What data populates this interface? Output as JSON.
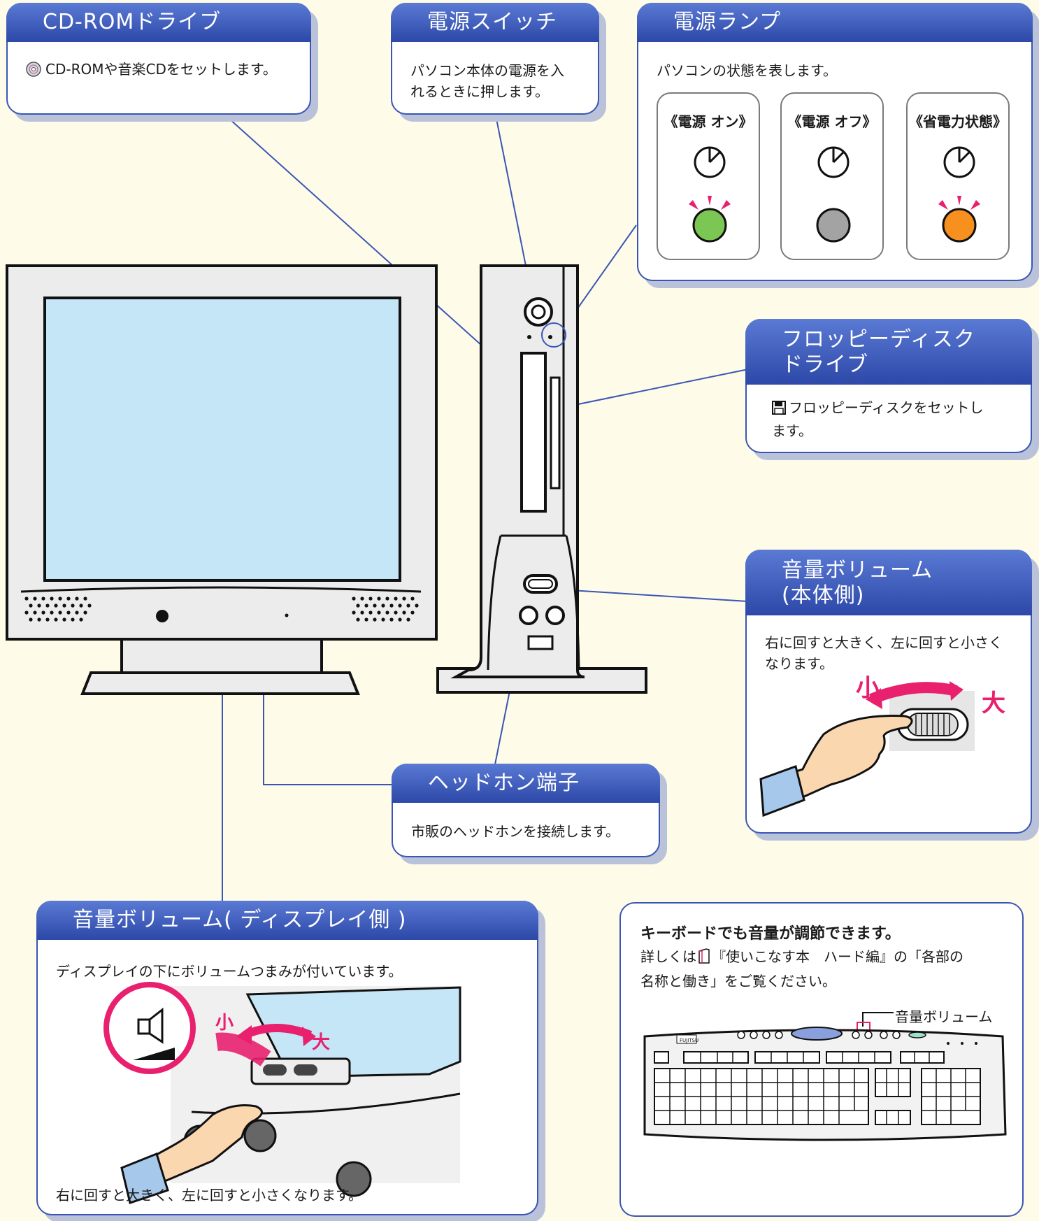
{
  "cdrom": {
    "title": "CD-ROMドライブ",
    "text": "CD-ROMや音楽CDをセットします。",
    "icon": "cd-icon"
  },
  "power_switch": {
    "title": "電源スイッチ",
    "text_line1": "パソコン本体の電源を入",
    "text_line2": "れるときに押します。"
  },
  "power_lamp": {
    "title": "電源ランプ",
    "text": "パソコンの状態を表します。",
    "states": [
      {
        "label": "《電源 オン》",
        "color": "#7cc654",
        "blinking": true
      },
      {
        "label": "《電源 オフ》",
        "color": "#a3a3a3",
        "blinking": false
      },
      {
        "label": "《省電力状態》",
        "color": "#f7901e",
        "blinking": true
      }
    ]
  },
  "floppy": {
    "title_line1": "フロッピーディスク",
    "title_line2": "ドライブ",
    "text_line1": "フロッピーディスクをセットし",
    "text_line2": "ます。",
    "icon": "floppy-disk-icon"
  },
  "volume_body": {
    "title_line1": "音量ボリューム",
    "title_line2": "(本体側)",
    "text_line1": "右に回すと大きく、左に回すと小さく",
    "text_line2": "なります。",
    "small_label": "小",
    "large_label": "大"
  },
  "headphone": {
    "title": "ヘッドホン端子",
    "text": "市販のヘッドホンを接続します。"
  },
  "volume_display": {
    "title": "音量ボリューム( ディスプレイ側 )",
    "text_top": "ディスプレイの下にボリュームつまみが付いています。",
    "text_bottom": "右に回すと大きく、左に回すと小さくなります。",
    "small_label": "小",
    "large_label": "大",
    "icon": "speaker-icon"
  },
  "keyboard_tip": {
    "title": "キーボードでも音量が調節できます。",
    "text_line1_pre": "詳しくは",
    "text_line1_post": "『使いこなす本　ハード編』の「各部の",
    "text_line2": "名称と働き」をご覧ください。",
    "volume_label": "音量ボリューム",
    "brand": "FUJITSU",
    "icon": "manual-book-icon"
  },
  "colors": {
    "header_blue": "#3a56b4",
    "screen_blue": "#c5e6f6",
    "accent_magenta": "#e8206e",
    "background": "#fefbe9"
  }
}
